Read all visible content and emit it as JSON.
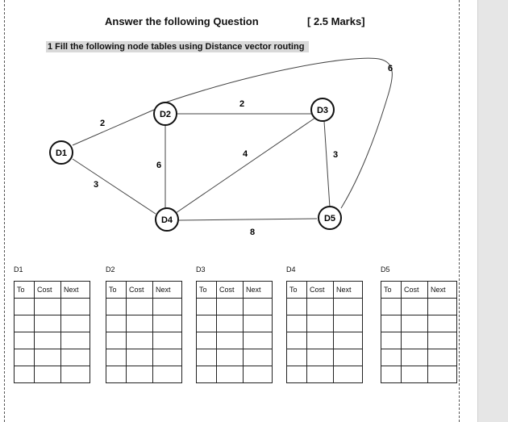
{
  "question": {
    "title": "Answer the following Question",
    "marks": "[ 2.5 Marks]",
    "instruction": "1 Fill the following node tables using Distance vector routing"
  },
  "graph": {
    "nodes": [
      {
        "id": "D1",
        "label": "D1"
      },
      {
        "id": "D2",
        "label": "D2"
      },
      {
        "id": "D3",
        "label": "D3"
      },
      {
        "id": "D4",
        "label": "D4"
      },
      {
        "id": "D5",
        "label": "D5"
      }
    ],
    "edges": [
      {
        "from": "D1",
        "to": "D2",
        "weight": "2"
      },
      {
        "from": "D1",
        "to": "D4",
        "weight": "3"
      },
      {
        "from": "D2",
        "to": "D3",
        "weight": "2"
      },
      {
        "from": "D2",
        "to": "D4",
        "weight": "6"
      },
      {
        "from": "D2",
        "to": "D5",
        "weight": "6"
      },
      {
        "from": "D4",
        "to": "D3",
        "weight": "4"
      },
      {
        "from": "D3",
        "to": "D5",
        "weight": "3"
      },
      {
        "from": "D4",
        "to": "D5",
        "weight": "8"
      }
    ]
  },
  "tables": [
    {
      "label": "D1",
      "headers": [
        "To",
        "Cost",
        "Next"
      ],
      "empty_rows": 5
    },
    {
      "label": "D2",
      "headers": [
        "To",
        "Cost",
        "Next"
      ],
      "empty_rows": 5
    },
    {
      "label": "D3",
      "headers": [
        "To",
        "Cost",
        "Next"
      ],
      "empty_rows": 5
    },
    {
      "label": "D4",
      "headers": [
        "To",
        "Cost",
        "Next"
      ],
      "empty_rows": 5
    },
    {
      "label": "D5",
      "headers": [
        "To",
        "Cost",
        "Next"
      ],
      "empty_rows": 5
    }
  ]
}
